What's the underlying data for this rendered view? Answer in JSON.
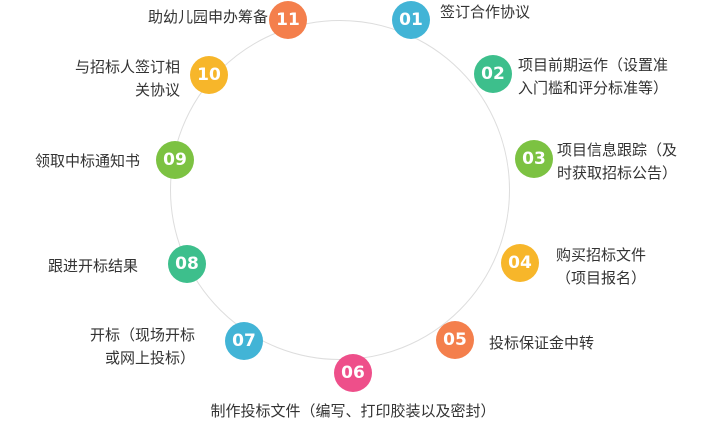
{
  "steps": [
    {
      "num": "01",
      "text": "签订合作协议",
      "color": "#42b4d6"
    },
    {
      "num": "02",
      "text": "项目前期运作（设置准\n入门槛和评分标准等）",
      "color": "#3dbf8c"
    },
    {
      "num": "03",
      "text": "项目信息跟踪（及\n时获取招标公告）",
      "color": "#7cc242"
    },
    {
      "num": "04",
      "text": "购买招标文件\n（项目报名）",
      "color": "#f7b62a"
    },
    {
      "num": "05",
      "text": "投标保证金中转",
      "color": "#f47f4c"
    },
    {
      "num": "06",
      "text": "制作投标文件（编写、打印胶装以及密封）",
      "color": "#ee4f8a"
    },
    {
      "num": "07",
      "text": "开标（现场开标\n或网上投标）",
      "color": "#42b4d6"
    },
    {
      "num": "08",
      "text": "跟进开标结果",
      "color": "#3dbf8c"
    },
    {
      "num": "09",
      "text": "领取中标通知书",
      "color": "#7cc242"
    },
    {
      "num": "10",
      "text": "与招标人签订相\n关协议",
      "color": "#f7b62a"
    },
    {
      "num": "11",
      "text": "助幼儿园申办筹备",
      "color": "#f47f4c"
    }
  ]
}
